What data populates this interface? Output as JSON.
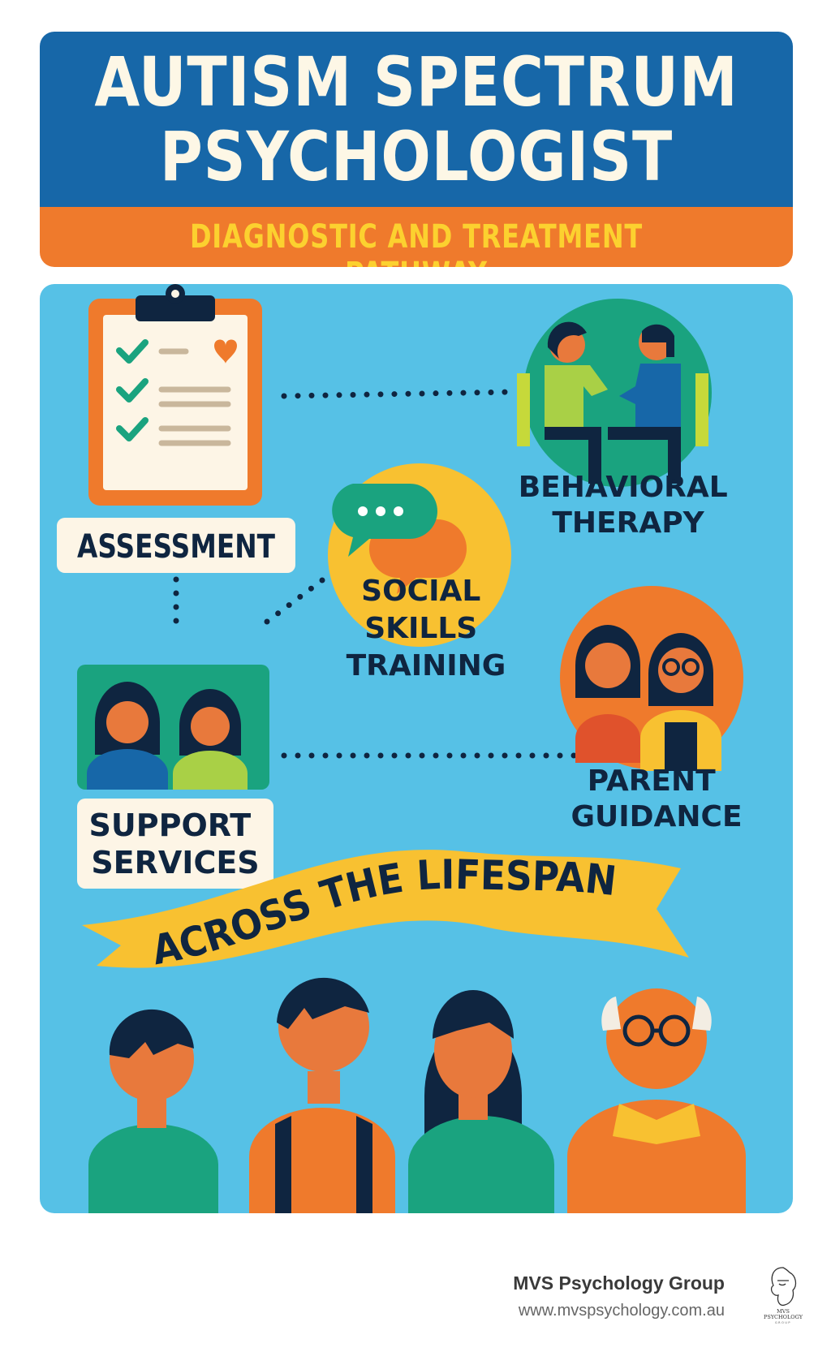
{
  "header": {
    "title_line1": "AUTISM SPECTRUM",
    "title_line2": "PSYCHOLOGIST",
    "subtitle": "DIAGNOSTIC AND TREATMENT PATHWAY"
  },
  "pathway": {
    "assessment": "ASSESSMENT",
    "behavioral_therapy": [
      "BEHAVIORAL",
      "THERAPY"
    ],
    "social_skills": [
      "SOCIAL",
      "SKILLS",
      "TRAINING"
    ],
    "parent_guidance": [
      "PARENT",
      "GUIDANCE"
    ],
    "support_services": [
      "SUPPORT",
      "SERVICES"
    ]
  },
  "ribbon": "ACROSS THE LIFESPAN",
  "footer": {
    "company": "MVS Psychology Group",
    "url": "www.mvspsychology.com.au",
    "logo_text": [
      "MVS",
      "PSYCHOLOGY",
      "GROUP"
    ]
  },
  "colors": {
    "header_blue": "#1767a8",
    "header_orange": "#ef7a2c",
    "subtitle_yellow": "#fcd12f",
    "panel_blue": "#56c1e6",
    "teal": "#1aa37f",
    "yellow": "#f8c131",
    "navy": "#0f2540"
  }
}
